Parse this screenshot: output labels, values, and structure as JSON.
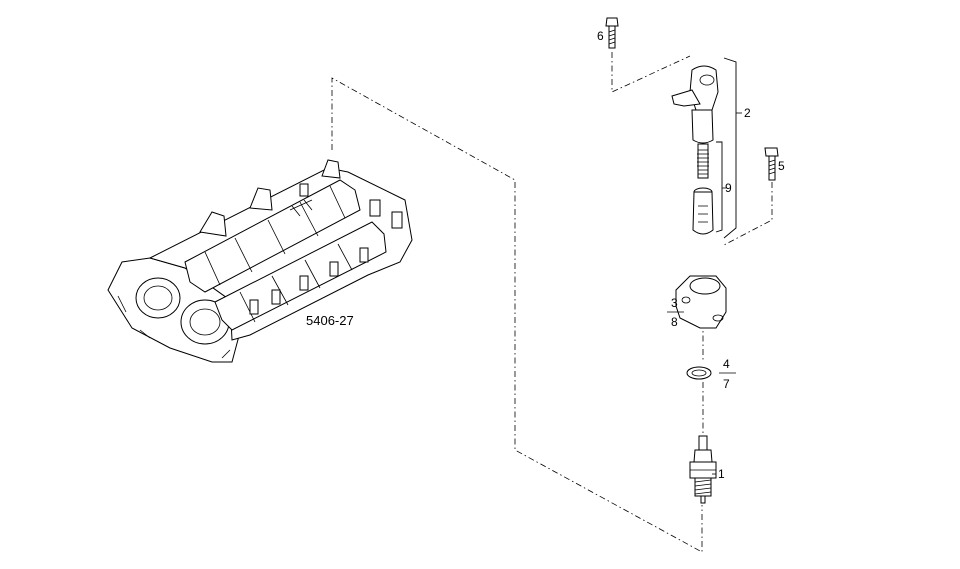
{
  "diagram": {
    "reference_label": "5406-27",
    "callouts": {
      "c1": "1",
      "c2": "2",
      "c3": "3",
      "c4": "4",
      "c5": "5",
      "c6": "6",
      "c7": "7",
      "c8": "8",
      "c9": "9"
    }
  },
  "colors": {
    "line": "#000000",
    "background": "#ffffff"
  }
}
